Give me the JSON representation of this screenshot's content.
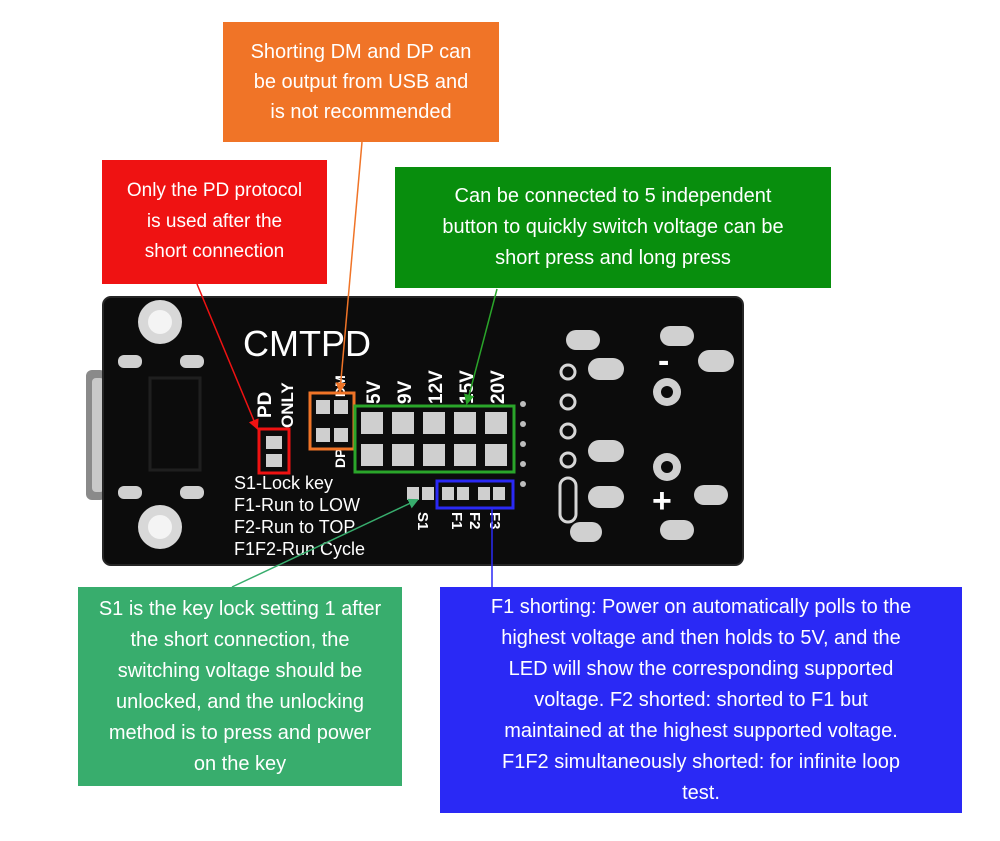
{
  "callouts": {
    "orange": "Shorting DM and DP can\nbe output from USB and\nis not recommended",
    "red": "Only the PD protocol\nis used after the\nshort connection",
    "green": "Can be connected to 5 independent\nbutton to quickly switch voltage can be\nshort press and long press",
    "teal": "S1 is the key lock setting 1 after\nthe short connection, the\nswitching voltage should be\nunlocked, and the unlocking\nmethod is to press and power\non the key",
    "blue": "F1 shorting: Power on automatically polls to the\nhighest voltage and then holds to 5V, and the\nLED will show the corresponding supported\nvoltage. F2 shorted: shorted to F1 but\nmaintained at the highest supported voltage.\nF1F2 simultaneously shorted: for infinite loop\ntest."
  },
  "board": {
    "title": "CMTPD",
    "pd_label": "PD",
    "only_label": "ONLY",
    "dm_label": "DM",
    "dp_label": "DP",
    "voltages": [
      "5V",
      "9V",
      "12V",
      "15V",
      "20V"
    ],
    "legend": [
      "S1-Lock key",
      "F1-Run to LOW",
      "F2-Run to TOP",
      "F1F2-Run Cycle"
    ],
    "pad_labels": [
      "S1",
      "F1",
      "F2",
      "F3"
    ],
    "minus": "-",
    "plus": "+"
  },
  "colors": {
    "orange": "#f07427",
    "red": "#ef1212",
    "green": "#088e0d",
    "teal": "#38ad6d",
    "blue": "#2a29f5",
    "pcb": "#0c0c0c"
  }
}
